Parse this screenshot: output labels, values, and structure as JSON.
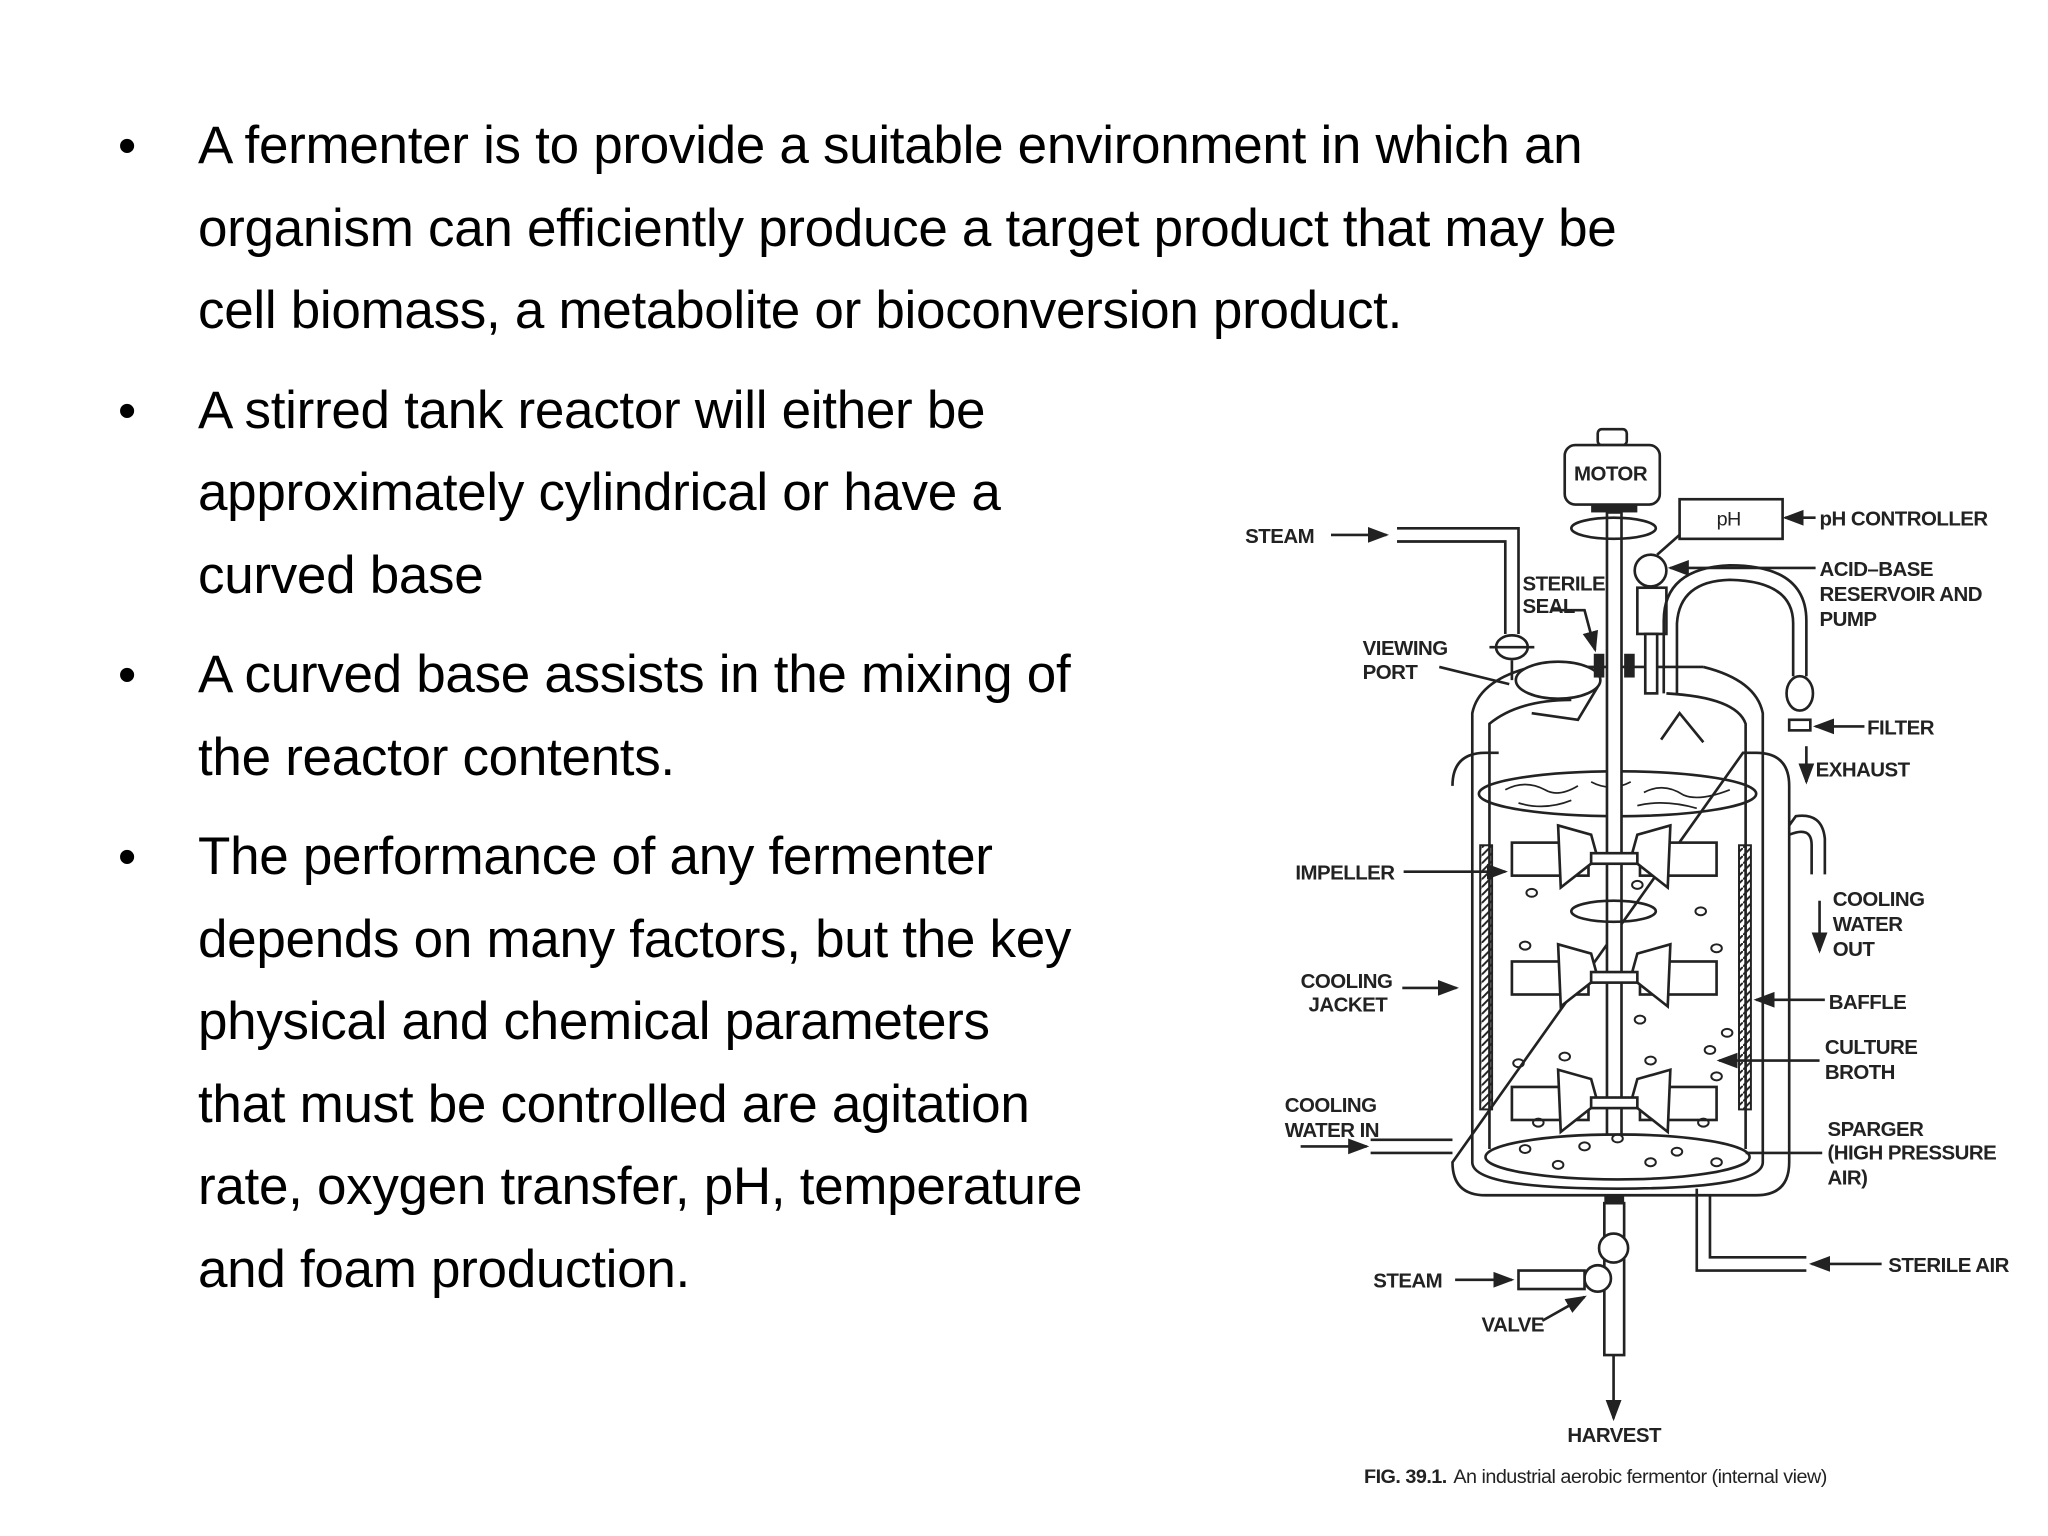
{
  "bullets": [
    {
      "lines": [
        "A fermenter is to provide a suitable environment in which an",
        "organism can efficiently produce a target product that may be",
        "cell biomass, a metabolite or bioconversion product."
      ]
    },
    {
      "lines": [
        "A stirred tank reactor will either be",
        "approximately cylindrical or have a",
        "curved base"
      ]
    },
    {
      "lines": [
        "A curved base assists in the mixing of",
        "the reactor contents."
      ]
    },
    {
      "lines": [
        "The performance of any fermenter",
        "depends on many factors, but the key",
        "physical and chemical parameters",
        "that must be controlled are agitation",
        "rate, oxygen transfer, pH, temperature",
        "and foam production."
      ]
    }
  ],
  "bullet_symbol": "•",
  "diagram": {
    "labels": {
      "motor": "MOTOR",
      "ph": "pH",
      "ph_controller": "pH CONTROLLER",
      "acid_base": [
        "ACID–BASE",
        "RESERVOIR AND",
        "PUMP"
      ],
      "steam_top": "STEAM",
      "sterile_seal": [
        "STERILE",
        "SEAL"
      ],
      "viewing_port": [
        "VIEWING",
        "PORT"
      ],
      "filter": "FILTER",
      "exhaust": "EXHAUST",
      "impeller": "IMPELLER",
      "cooling_water_out": [
        "COOLING",
        "WATER",
        "OUT"
      ],
      "cooling_jacket": [
        "COOLING",
        "JACKET"
      ],
      "baffle": "BAFFLE",
      "culture_broth": [
        "CULTURE",
        "BROTH"
      ],
      "cooling_water_in": [
        "COOLING",
        "WATER IN"
      ],
      "sparger": [
        "SPARGER",
        "(HIGH PRESSURE",
        "AIR)"
      ],
      "sterile_air": "STERILE AIR",
      "steam_bottom": "STEAM",
      "valve": "VALVE",
      "harvest": "HARVEST"
    },
    "caption": {
      "number": "FIG. 39.1.",
      "text": "An industrial aerobic fermentor (internal view)"
    }
  }
}
